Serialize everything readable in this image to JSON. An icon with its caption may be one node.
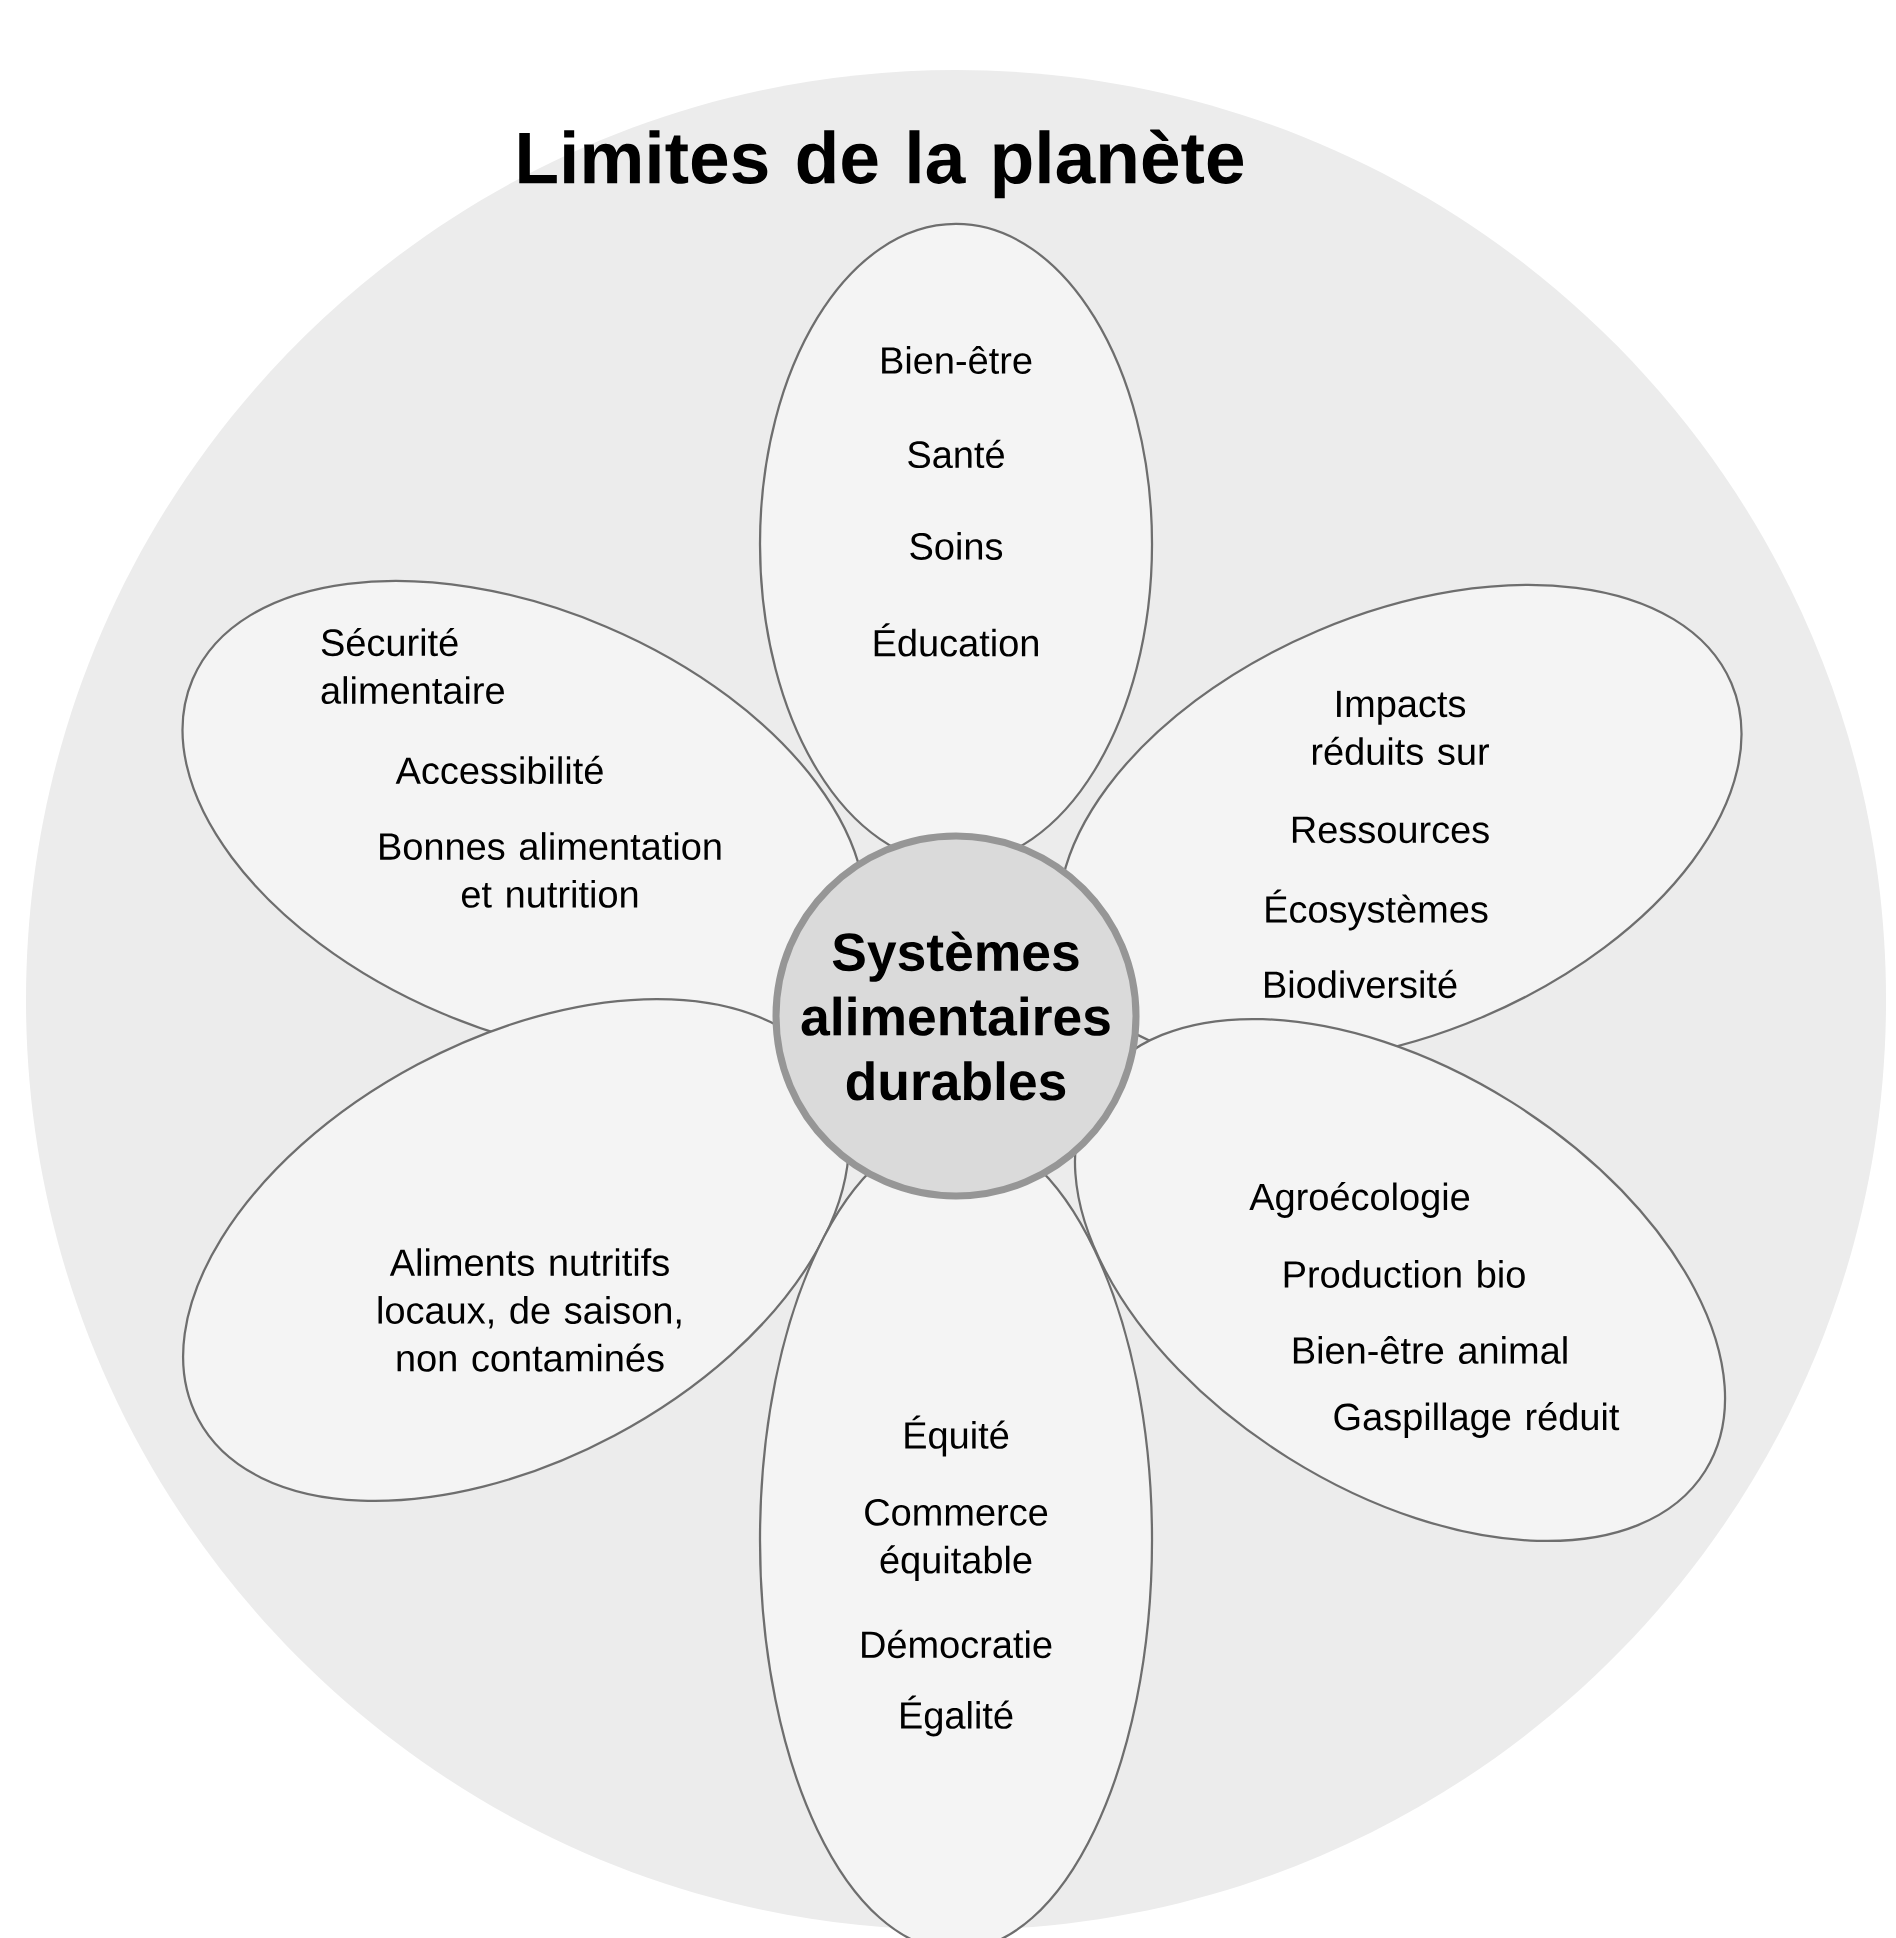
{
  "diagram": {
    "nodes": [
      {
        "text": [
          "Limites de la planète"
        ]
      },
      {
        "text": [
          "Bien-être",
          "Santé",
          "Soins",
          "Éducation"
        ],
        "in": 0
      },
      {
        "text": [
          "Sécurité alimentaire",
          "Accessibilité",
          "Bonnes alimentation et nutrition"
        ],
        "in": 0
      },
      {
        "text": [
          "Impacts réduits sur",
          "Ressources",
          "Écosystèmes",
          "Biodiversité"
        ],
        "in": 0
      },
      {
        "text": [
          "Systèmes alimentaires durables"
        ],
        "in": 0
      },
      {
        "text": [
          "Aliments nutritifs locaux, de saison, non contaminés"
        ],
        "in": 0
      },
      {
        "text": [
          "Agroécologie",
          "Production bio",
          "Bien-être animal",
          "Gaspillage réduit"
        ],
        "in": 0
      },
      {
        "text": [
          "Équité",
          "Commerce équitable",
          "Démocratie",
          "Égalité"
        ],
        "in": 0
      }
    ],
    "edges": []
  }
}
